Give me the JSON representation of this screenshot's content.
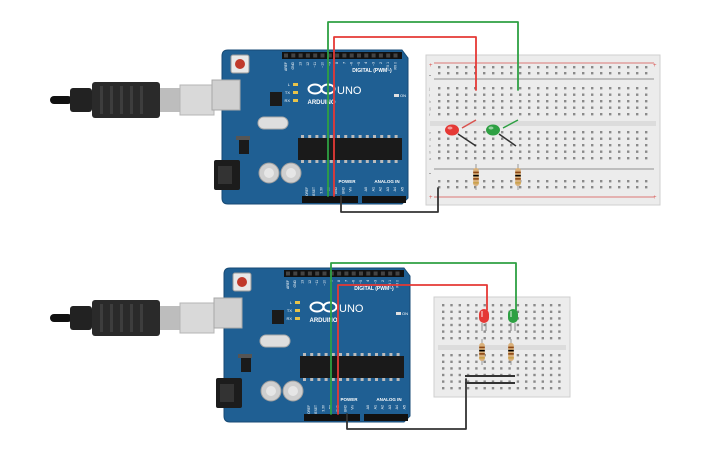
{
  "circuits": [
    {
      "board": {
        "brand": "ARDUINO",
        "model": "UNO",
        "digital_label": "DIGITAL (PWM~)",
        "analog_label": "ANALOG IN",
        "power_label": "POWER",
        "on_label": "ON",
        "led_labels": [
          "L",
          "TX",
          "RX"
        ],
        "digital_pins": [
          "AREF",
          "GND",
          "13",
          "12",
          "~11",
          "~10",
          "~9",
          "8",
          "7",
          "~6",
          "~5",
          "4",
          "~3",
          "2",
          "TX 1",
          "RX 0"
        ],
        "power_pins": [
          "IOREF",
          "RESET",
          "3.3V",
          "5V",
          "GND",
          "GND",
          "Vin"
        ],
        "analog_pins": [
          "A0",
          "A1",
          "A2",
          "A3",
          "A4",
          "A5"
        ]
      },
      "breadboard": {
        "type": "full",
        "row_letters_top": [
          "a",
          "b",
          "c",
          "d",
          "e"
        ],
        "row_letters_bottom": [
          "f",
          "g",
          "h",
          "i",
          "j"
        ],
        "rail_signs": [
          "+",
          "-"
        ]
      },
      "leds": [
        {
          "color": "#e53935"
        },
        {
          "color": "#2ea043"
        }
      ],
      "wires": [
        {
          "color": "#2ea043"
        },
        {
          "color": "#e53935"
        },
        {
          "color": "#333333"
        }
      ]
    },
    {
      "board": {
        "brand": "ARDUINO",
        "model": "UNO",
        "digital_label": "DIGITAL (PWM~)",
        "analog_label": "ANALOG IN",
        "power_label": "POWER",
        "on_label": "ON",
        "led_labels": [
          "L",
          "TX",
          "RX"
        ],
        "digital_pins": [
          "AREF",
          "GND",
          "13",
          "12",
          "~11",
          "~10",
          "~9",
          "8",
          "7",
          "~6",
          "~5",
          "4",
          "~3",
          "2",
          "TX 1",
          "RX 0"
        ],
        "power_pins": [
          "IOREF",
          "RESET",
          "3.3V",
          "5V",
          "GND",
          "GND",
          "Vin"
        ],
        "analog_pins": [
          "A0",
          "A1",
          "A2",
          "A3",
          "A4",
          "A5"
        ]
      },
      "breadboard": {
        "type": "mini"
      },
      "leds": [
        {
          "color": "#e53935"
        },
        {
          "color": "#2ea043"
        }
      ],
      "wires": [
        {
          "color": "#2ea043"
        },
        {
          "color": "#e53935"
        },
        {
          "color": "#333333"
        }
      ]
    }
  ],
  "colors": {
    "board": "#1f5f93",
    "board_dark": "#174a74",
    "breadboard": "#ececec",
    "rail_red": "#d9534f",
    "usb": "#222222"
  }
}
